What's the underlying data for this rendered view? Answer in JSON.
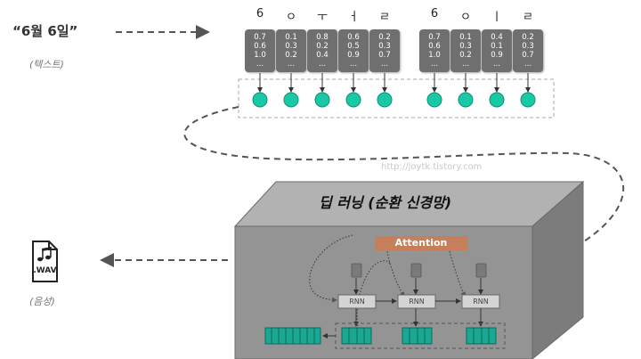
{
  "input": {
    "text": "“6월 6일”",
    "caption": "(텍스트)"
  },
  "jamo_tokens": [
    {
      "char": "6",
      "vector": [
        "0.7",
        "0.6",
        "1.0",
        "..."
      ]
    },
    {
      "char": "ㅇ",
      "vector": [
        "0.1",
        "0.3",
        "0.2",
        "..."
      ]
    },
    {
      "char": "ㅜ",
      "vector": [
        "0.8",
        "0.2",
        "0.4",
        "..."
      ]
    },
    {
      "char": "ㅓ",
      "vector": [
        "0.6",
        "0.5",
        "0.9",
        "..."
      ]
    },
    {
      "char": "ㄹ",
      "vector": [
        "0.2",
        "0.3",
        "0.7",
        "..."
      ]
    },
    {
      "char": "6",
      "vector": [
        "0.7",
        "0.6",
        "1.0",
        "..."
      ]
    },
    {
      "char": "ㅇ",
      "vector": [
        "0.1",
        "0.3",
        "0.2",
        "..."
      ]
    },
    {
      "char": "ㅣ",
      "vector": [
        "0.4",
        "0.1",
        "0.9",
        "..."
      ]
    },
    {
      "char": "ㄹ",
      "vector": [
        "0.2",
        "0.3",
        "0.7",
        "..."
      ]
    }
  ],
  "watermark": "http://joytk.tistory.com",
  "model": {
    "title": "딥 러닝 (순환 신경망)",
    "attention_label": "Attention",
    "rnn_labels": [
      "RNN",
      "RNN",
      "RNN"
    ]
  },
  "output": {
    "file_label": ".WAV",
    "caption": "(음성)"
  },
  "colors": {
    "vector_box": "#6f6f6f",
    "embedding_node": "#19c9a6",
    "attention": "#c5805b",
    "block_top": "#b2b2b2",
    "block_front": "#949494",
    "block_side": "#7c7c7c",
    "output_bars": "#1aa894"
  }
}
